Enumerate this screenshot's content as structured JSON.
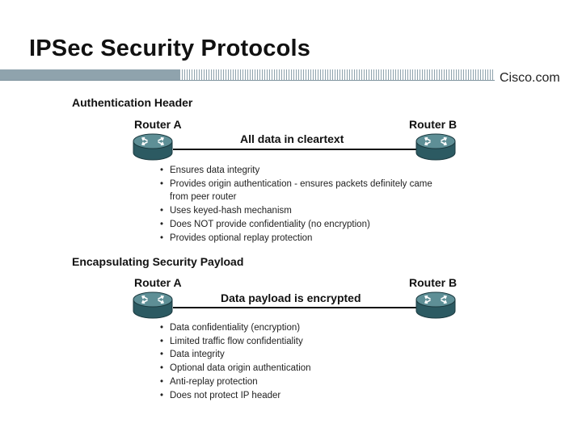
{
  "slide": {
    "title": "IPSec Security Protocols",
    "brand": "Cisco.com"
  },
  "ah": {
    "heading": "Authentication Header",
    "router_a": "Router A",
    "router_b": "Router B",
    "link_label": "All data in cleartext",
    "bullets": [
      "Ensures data integrity",
      "Provides origin authentication - ensures packets definitely came from peer router",
      "Uses keyed-hash mechanism",
      "Does NOT provide confidentiality (no encryption)",
      "Provides optional replay protection"
    ]
  },
  "esp": {
    "heading": "Encapsulating Security Payload",
    "router_a": "Router A",
    "router_b": "Router B",
    "link_label": "Data payload is encrypted",
    "bullets": [
      "Data confidentiality (encryption)",
      "Limited traffic flow confidentiality",
      "Data integrity",
      "Optional data origin authentication",
      "Anti-replay protection",
      "Does not protect IP header"
    ]
  },
  "icons": {
    "router": "router-icon"
  },
  "colors": {
    "banner": "#8fa3ad",
    "router_body": "#2f5f67",
    "router_top": "#5e8f96"
  }
}
